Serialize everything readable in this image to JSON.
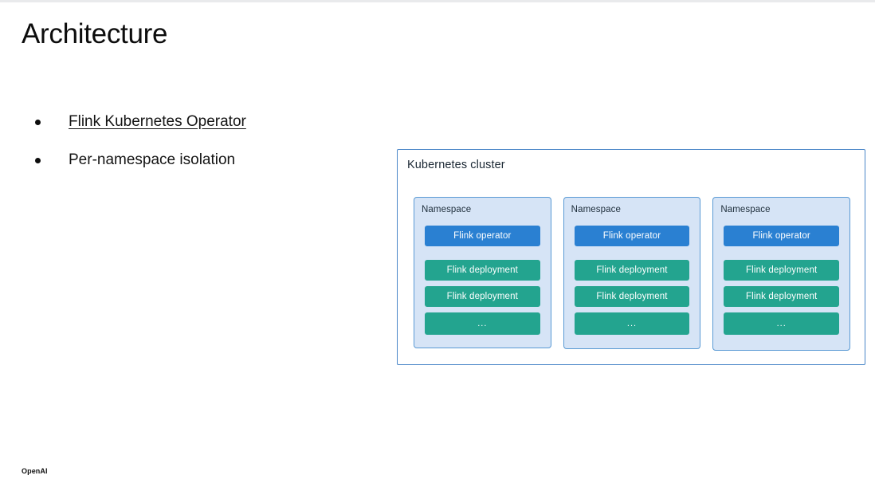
{
  "slide": {
    "title": "Architecture",
    "footer_logo": "OpenAI"
  },
  "bullets": [
    {
      "label": "Flink Kubernetes Operator",
      "is_link": true
    },
    {
      "label": "Per-namespace isolation",
      "is_link": false
    }
  ],
  "diagram": {
    "cluster_label": "Kubernetes cluster",
    "namespaces": [
      {
        "label": "Namespace",
        "pods": [
          {
            "label": "Flink operator",
            "kind": "operator"
          },
          {
            "label": "Flink deployment",
            "kind": "deployment"
          },
          {
            "label": "Flink deployment",
            "kind": "deployment"
          },
          {
            "label": "...",
            "kind": "ellipsis"
          }
        ]
      },
      {
        "label": "Namespace",
        "pods": [
          {
            "label": "Flink operator",
            "kind": "operator"
          },
          {
            "label": "Flink deployment",
            "kind": "deployment"
          },
          {
            "label": "Flink deployment",
            "kind": "deployment"
          },
          {
            "label": "...",
            "kind": "ellipsis"
          }
        ]
      },
      {
        "label": "Namespace",
        "pods": [
          {
            "label": "Flink operator",
            "kind": "operator"
          },
          {
            "label": "Flink deployment",
            "kind": "deployment"
          },
          {
            "label": "Flink deployment",
            "kind": "deployment"
          },
          {
            "label": "...",
            "kind": "ellipsis"
          }
        ]
      }
    ]
  },
  "colors": {
    "operator_blue": "#2a80d2",
    "deployment_teal": "#23a48f",
    "namespace_fill": "#d6e4f6",
    "namespace_border": "#5a9ad4",
    "cluster_border": "#4a86c8",
    "text_dark": "#0d0d0d",
    "background": "#ffffff"
  }
}
